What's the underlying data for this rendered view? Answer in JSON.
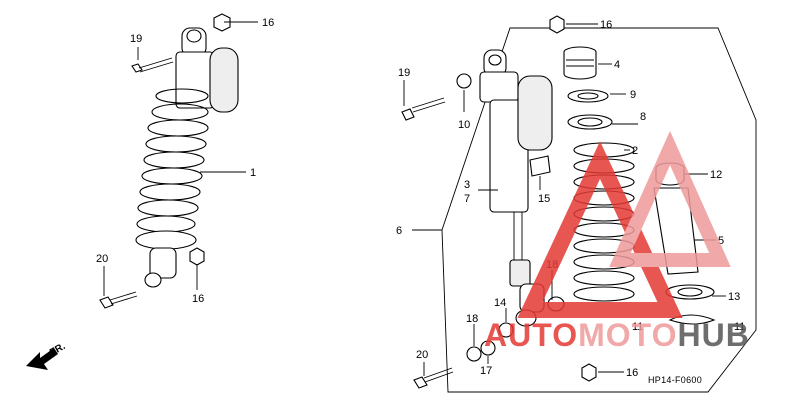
{
  "diagram": {
    "left_callouts": {
      "c19": "19",
      "c16_top": "16",
      "c1": "1",
      "c20": "20",
      "c16_bottom": "16"
    },
    "right_callouts": {
      "c19": "19",
      "c10": "10",
      "c16_top": "16",
      "c4": "4",
      "c9": "9",
      "c8": "8",
      "c2": "2",
      "c3": "3",
      "c7": "7",
      "c15": "15",
      "c12": "12",
      "c6": "6",
      "c5": "5",
      "c18_upper": "18",
      "c14": "14",
      "c13": "13",
      "c18_lower": "18",
      "c20": "20",
      "c17": "17",
      "c11_a": "11",
      "c11_b": "11",
      "c16_bottom": "16"
    },
    "direction_label": "FR.",
    "diagram_code": "HP14-F0600",
    "watermark": {
      "text": "AUTOMOTOHUB",
      "red_part": "AUTO",
      "pink_part": "MOTO",
      "dark_part": "HUB",
      "color_red": "#e53935",
      "color_pink": "#ef9a9a",
      "color_dark": "#555555"
    }
  }
}
